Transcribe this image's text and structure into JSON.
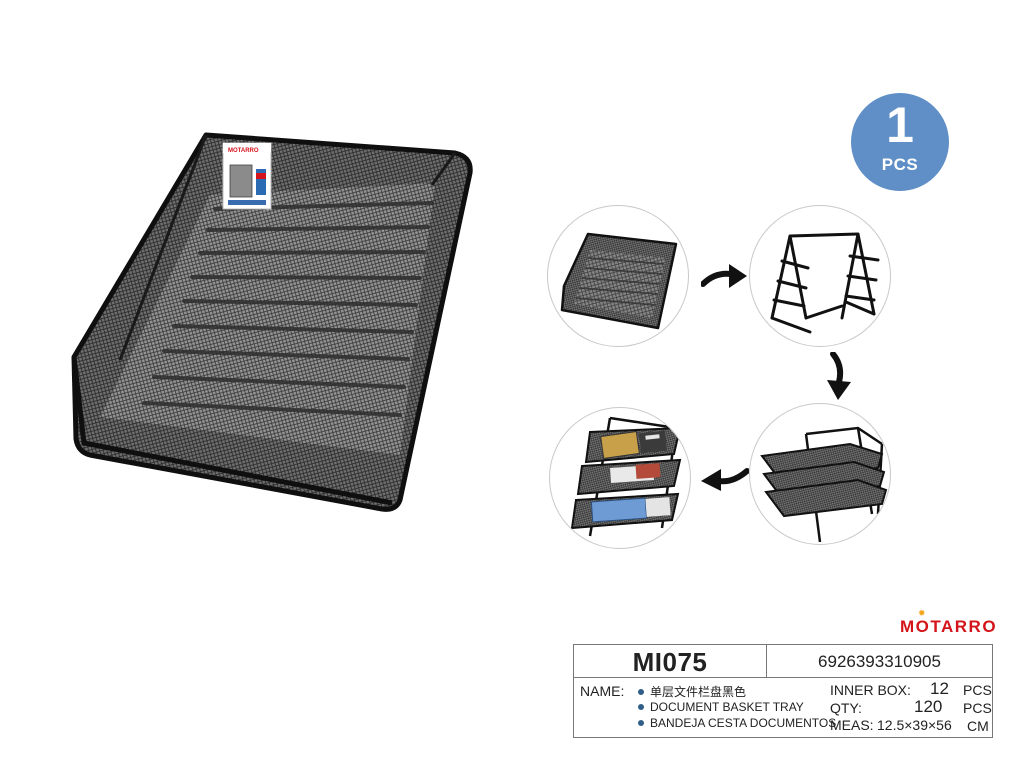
{
  "badge": {
    "number": "1",
    "unit": "PCS"
  },
  "brand": {
    "name": "MOTARRO",
    "accent_color": "#d4141b",
    "badge_color": "#5f8fc6"
  },
  "tag": {
    "brand": "MOTARRO"
  },
  "steps": [
    {
      "name": "single-tray"
    },
    {
      "name": "frame"
    },
    {
      "name": "assembled-trays"
    },
    {
      "name": "in-use-with-documents"
    }
  ],
  "arrows": [
    "arrow-right-icon",
    "arrow-down-icon",
    "arrow-left-icon"
  ],
  "product": {
    "model": "MI075",
    "barcode": "6926393310905",
    "name_label": "NAME:",
    "names": [
      "单层文件栏盘黑色",
      "DOCUMENT BASKET TRAY",
      "BANDEJA CESTA DOCUMENTOS"
    ],
    "inner_box": {
      "label": "INNER BOX:",
      "value": "12",
      "unit": "PCS"
    },
    "qty": {
      "label": "QTY:",
      "value": "120",
      "unit": "PCS"
    },
    "meas": {
      "label": "MEAS:",
      "value": "12.5×39×56",
      "unit": "CM"
    }
  }
}
